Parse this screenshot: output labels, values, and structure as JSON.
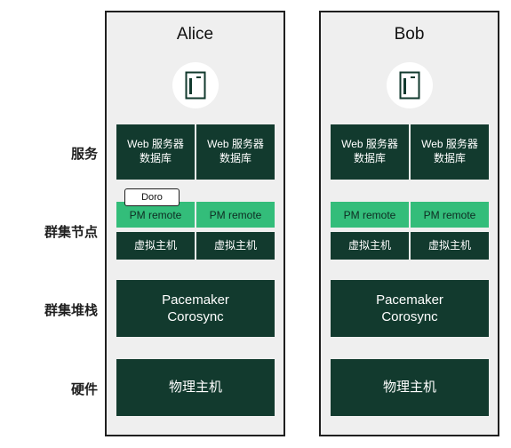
{
  "row_labels": {
    "services": "服务",
    "cluster_nodes": "群集节点",
    "cluster_stack": "群集堆栈",
    "hardware": "硬件"
  },
  "columns": [
    {
      "title": "Alice",
      "services": [
        {
          "line1": "Web 服务器",
          "line2": "数据库"
        },
        {
          "line1": "Web 服务器",
          "line2": "数据库"
        }
      ],
      "pm_remote": [
        "PM remote",
        "PM remote"
      ],
      "vms": [
        "虚拟主机",
        "虚拟主机"
      ],
      "stack": {
        "line1": "Pacemaker",
        "line2": "Corosync"
      },
      "hardware": "物理主机"
    },
    {
      "title": "Bob",
      "services": [
        {
          "line1": "Web 服务器",
          "line2": "数据库"
        },
        {
          "line1": "Web 服务器",
          "line2": "数据库"
        }
      ],
      "pm_remote": [
        "PM remote",
        "PM remote"
      ],
      "vms": [
        "虚拟主机",
        "虚拟主机"
      ],
      "stack": {
        "line1": "Pacemaker",
        "line2": "Corosync"
      },
      "hardware": "物理主机"
    }
  ],
  "doro_label": "Doro",
  "colors": {
    "dark_block": "#123a2e",
    "pm_green": "#33bd7a",
    "column_bg": "#efefef"
  },
  "icons": {
    "server": "server-tower-icon"
  }
}
